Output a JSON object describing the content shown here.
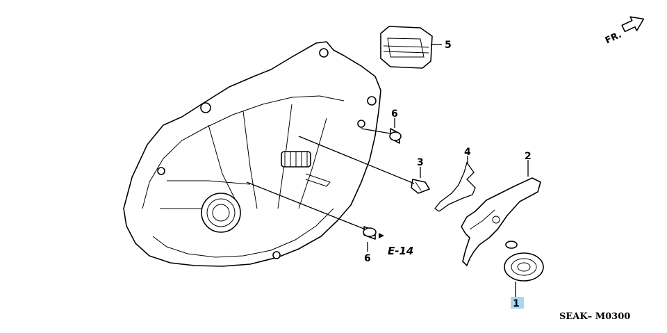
{
  "diagram": {
    "callouts": [
      {
        "id": "1",
        "label": "1",
        "highlighted": true
      },
      {
        "id": "2",
        "label": "2"
      },
      {
        "id": "3",
        "label": "3"
      },
      {
        "id": "4",
        "label": "4"
      },
      {
        "id": "5",
        "label": "5"
      },
      {
        "id": "6a",
        "label": "6"
      },
      {
        "id": "6b",
        "label": "6"
      }
    ],
    "section_ref": "E-14",
    "direction_label": "FR.",
    "code": "SEAK– M0300",
    "highlight_color": "#a9d7f2"
  }
}
